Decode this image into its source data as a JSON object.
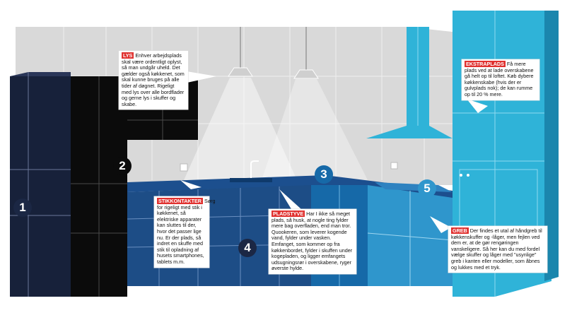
{
  "badges": [
    "1",
    "2",
    "3",
    "4",
    "5"
  ],
  "callouts": {
    "lys": {
      "tag": "LYS",
      "text": "Enhver arbejdsplads skal være ordentligt oplyst, så man undgår uheld. Det gælder også køkkenet, som skal kunne bruges på alle tider af døgnet. Rigeligt med lys over alle bordflader og gerne lys i skuffer og skabe."
    },
    "ekstraplads": {
      "tag": "EKSTRAPLADS",
      "text": "Få mere plads ved at lade overskabene gå helt op til loftet. Køb dybere køkkenskabe (hvis der er gulvplads nok); de kan rumme op til 20 % mere."
    },
    "stikkontakter": {
      "tag": "STIKKONTAKTER",
      "text": "Sørg for rigeligt med stik i køkkenet, så elektriske apparater kan sluttes til der, hvor det passer lige nu. Er der plads, så indret en skuffe med stik til opladning af husets smartphones, tablets m.m."
    },
    "pladstyve": {
      "tag": "PLADSTYVE",
      "text": "Har I ikke så meget plads, så husk, at nogle ting fylder mere bag overfladen, end man tror. Quookeren, som leverer kogende vand, fylder under vasken. Emfanget, som kommer op fra køkkenbordet, fylder i skuffen under kogepladen, og ligger emfangets udsugningsrør i overskabene, ryger øverste hylde."
    },
    "greb": {
      "tag": "GREB",
      "text": "Der findes et utal af håndgreb til køkkenskuffer og -låger, men fejlen ved dem er, at de gør rengøringen vanskeligere. Så her kan du med fordel vælge skuffer og låger med \"usynlige\" greb i kanten eller modeller, som åbnes og lukkes med et tryk."
    }
  },
  "colors": {
    "wall": "#d9d9d9",
    "navy": "#17213a",
    "black": "#0b0b0b",
    "blue_mid": "#1669a8",
    "blue_light": "#2f96cc",
    "cyan": "#2fb3d8",
    "cyan_light": "#5fcbe6",
    "badge": "#1b2744",
    "tag_red": "#e0312f"
  }
}
